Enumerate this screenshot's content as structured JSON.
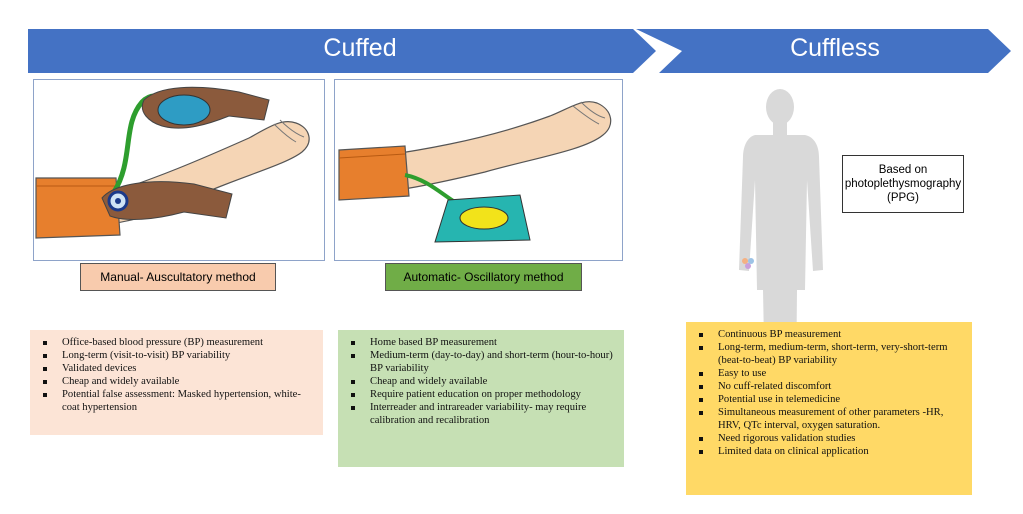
{
  "banner": {
    "cuffed_label": "Cuffed",
    "cuffless_label": "Cuffless",
    "color": "#4472c4"
  },
  "manual": {
    "label": "Manual- Auscultatory method",
    "label_color": "#f8cbad",
    "list_color": "#fce4d6",
    "items": [
      "Office-based blood pressure (BP) measurement",
      "Long-term (visit-to-visit) BP variability",
      "Validated devices",
      "Cheap and widely available",
      "Potential false assessment: Masked hypertension, white-coat hypertension"
    ]
  },
  "automatic": {
    "label": "Automatic- Oscillatory method",
    "label_color": "#70ad47",
    "list_color": "#c6e0b4",
    "items": [
      "Home based BP measurement",
      "Medium-term (day-to-day) and short-term (hour-to-hour) BP variability",
      "Cheap and widely available",
      "Require patient education on proper methodology",
      "Interreader and intrareader variability- may require calibration and recalibration"
    ]
  },
  "cuffless": {
    "ppg_text": "Based on photoplethysmography (PPG)",
    "list_color": "#ffd966",
    "items": [
      "Continuous BP measurement",
      "Long-term, medium-term, short-term, very-short-term (beat-to-beat) BP variability",
      "Easy to use",
      "No cuff-related discomfort",
      "Potential use in telemedicine",
      "Simultaneous measurement of other parameters -HR, HRV, QTc interval, oxygen saturation.",
      "Need rigorous validation studies",
      "Limited data on clinical application"
    ]
  },
  "illustrations": {
    "panel1_icons": [
      "arm-icon",
      "bp-cuff-icon",
      "inflation-bulb-icon",
      "stethoscope-icon",
      "hand-icon"
    ],
    "panel2_icons": [
      "arm-icon",
      "bp-cuff-icon",
      "oscillometric-monitor-icon"
    ],
    "cuffless_icons": [
      "human-silhouette-icon",
      "smartwatch-icon"
    ]
  }
}
